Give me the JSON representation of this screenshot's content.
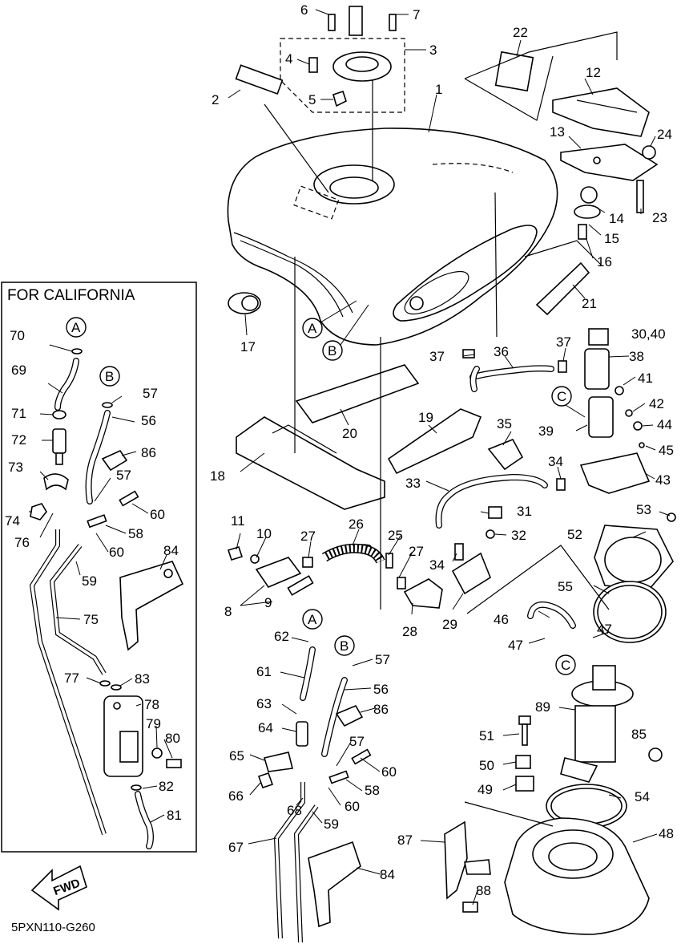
{
  "diagram": {
    "drawing_code": "5PXN110-G260",
    "california_box_title": "FOR CALIFORNIA",
    "fwd_label": "FWD",
    "connectors": [
      "A",
      "B",
      "C"
    ],
    "callouts": {
      "p1": "1",
      "p2": "2",
      "p3": "3",
      "p4": "4",
      "p5": "5",
      "p6": "6",
      "p7": "7",
      "p8": "8",
      "p9": "9",
      "p10": "10",
      "p11": "11",
      "p12": "12",
      "p13": "13",
      "p14": "14",
      "p15": "15",
      "p16": "16",
      "p17": "17",
      "p18": "18",
      "p19": "19",
      "p20": "20",
      "p21": "21",
      "p22": "22",
      "p23": "23",
      "p24": "24",
      "p25": "25",
      "p26": "26",
      "p27a": "27",
      "p27b": "27",
      "p28": "28",
      "p29": "29",
      "p3040": "30,40",
      "p31": "31",
      "p32": "32",
      "p33": "33",
      "p34a": "34",
      "p34b": "34",
      "p35": "35",
      "p36": "36",
      "p37a": "37",
      "p37b": "37",
      "p38": "38",
      "p39": "39",
      "p41": "41",
      "p42": "42",
      "p43": "43",
      "p44": "44",
      "p45": "45",
      "p46": "46",
      "p47a": "47",
      "p47b": "47",
      "p48": "48",
      "p49": "49",
      "p50": "50",
      "p51": "51",
      "p52": "52",
      "p53": "53",
      "p54": "54",
      "p55": "55",
      "p56a": "56",
      "p56b": "56",
      "p57a": "57",
      "p57b": "57",
      "p57c": "57",
      "p57d": "57",
      "p58a": "58",
      "p58b": "58",
      "p59a": "59",
      "p59b": "59",
      "p60a": "60",
      "p60b": "60",
      "p60c": "60",
      "p60d": "60",
      "p61": "61",
      "p62": "62",
      "p63": "63",
      "p64": "64",
      "p65": "65",
      "p66": "66",
      "p67": "67",
      "p68": "68",
      "p69": "69",
      "p70": "70",
      "p71": "71",
      "p72": "72",
      "p73": "73",
      "p74": "74",
      "p75": "75",
      "p76": "76",
      "p77": "77",
      "p78": "78",
      "p79": "79",
      "p80": "80",
      "p81": "81",
      "p82": "82",
      "p83": "83",
      "p84a": "84",
      "p84b": "84",
      "p85": "85",
      "p86a": "86",
      "p86b": "86",
      "p87": "87",
      "p88": "88",
      "p89": "89"
    }
  }
}
